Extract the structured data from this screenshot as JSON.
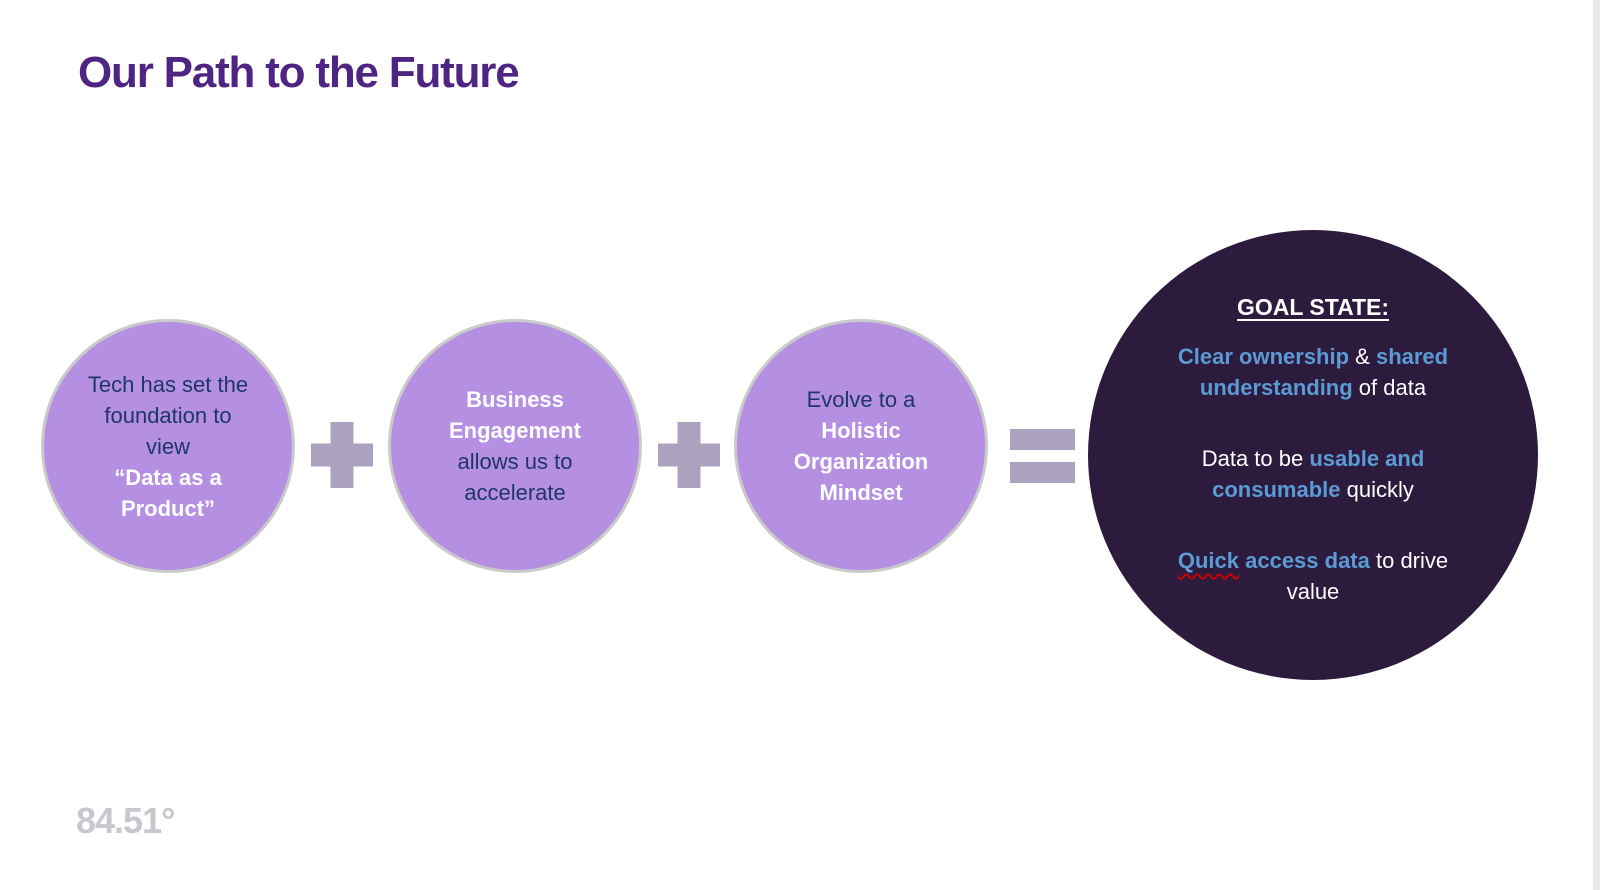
{
  "slide": {
    "title": "Our Path to the Future",
    "logo_text": "84.51°"
  },
  "steps": [
    {
      "name": "tech-foundation",
      "lines": [
        {
          "text": "Tech has set the",
          "style": "navy"
        },
        {
          "text": "foundation to",
          "style": "navy"
        },
        {
          "text": "view",
          "style": "navy"
        },
        {
          "text": "“Data as a",
          "style": "white-bold"
        },
        {
          "text": "Product”",
          "style": "white-bold"
        }
      ]
    },
    {
      "name": "business-engagement",
      "lines": [
        {
          "text": "Business",
          "style": "white-bold"
        },
        {
          "text": "Engagement",
          "style": "white-bold"
        },
        {
          "text": "allows us to",
          "style": "navy"
        },
        {
          "text": "accelerate",
          "style": "navy"
        }
      ]
    },
    {
      "name": "holistic-organization-mindset",
      "lines": [
        {
          "text": "Evolve to a",
          "style": "navy"
        },
        {
          "text": "Holistic",
          "style": "white-bold"
        },
        {
          "text": "Organization",
          "style": "white-bold"
        },
        {
          "text": "Mindset",
          "style": "white-bold"
        }
      ]
    }
  ],
  "operators": [
    {
      "name": "plus-icon",
      "glyph": "+"
    },
    {
      "name": "plus-icon",
      "glyph": "+"
    },
    {
      "name": "equals-icon",
      "glyph": "="
    }
  ],
  "goal": {
    "heading": "GOAL STATE:",
    "paragraphs": [
      {
        "lines": [
          {
            "segments": [
              {
                "text": "Clear ownership",
                "style": "blue"
              },
              {
                "text": " & ",
                "style": "white"
              },
              {
                "text": "shared",
                "style": "blue"
              }
            ]
          },
          {
            "segments": [
              {
                "text": "understanding",
                "style": "blue"
              },
              {
                "text": " of data",
                "style": "white"
              }
            ]
          }
        ]
      },
      {
        "lines": [
          {
            "segments": [
              {
                "text": "Data to be ",
                "style": "white"
              },
              {
                "text": "usable and",
                "style": "blue"
              }
            ]
          },
          {
            "segments": [
              {
                "text": "consumable",
                "style": "blue"
              },
              {
                "text": " quickly",
                "style": "white"
              }
            ]
          }
        ]
      },
      {
        "lines": [
          {
            "segments": [
              {
                "text": "Quick",
                "style": "blue-misspelled"
              },
              {
                "text": " access data",
                "style": "blue"
              },
              {
                "text": " to drive",
                "style": "white"
              }
            ]
          },
          {
            "segments": [
              {
                "text": "value",
                "style": "white"
              }
            ]
          }
        ]
      }
    ]
  },
  "colors": {
    "title_purple": "#4f2583",
    "circle_fill_light": "#b48fe2",
    "circle_border": "#cacaca",
    "circle_fill_dark": "#2d1b3d",
    "text_navy": "#1e3765",
    "text_blue": "#5b9bd5",
    "operator_gray_purple": "#aca2bf",
    "misspell_squiggle_red": "#cc0000",
    "logo_gray": "#c6c8ce"
  }
}
